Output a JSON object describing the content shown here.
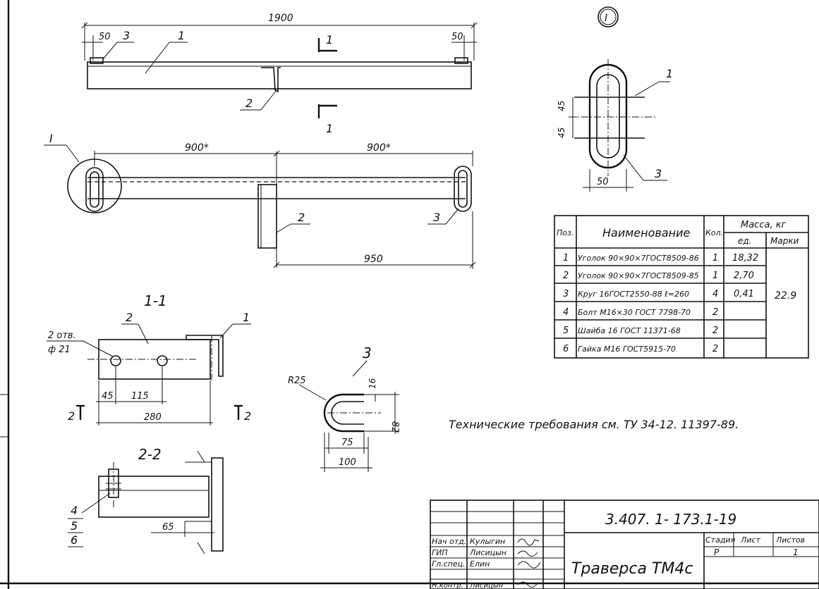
{
  "views": {
    "top": {
      "overall_dim": "1900",
      "left_dim": "50",
      "right_dim": "50",
      "callout_3": "3",
      "callout_1": "1",
      "callout_2": "2",
      "section_mark": "1"
    },
    "plan": {
      "view_ref": "I",
      "left_dim": "900*",
      "right_dim": "900*",
      "bottom_dim": "950",
      "callout_2": "2",
      "callout_3": "3"
    },
    "detail_I": {
      "title": "I",
      "dim_a": "45",
      "dim_b": "45",
      "dim_width": "50",
      "callout_1": "1",
      "callout_3": "3"
    },
    "section_1_1": {
      "title": "1-1",
      "callout_2": "2",
      "callout_1": "1",
      "holes_line1": "2 отв.",
      "holes_line2": "ф 21",
      "dim_45": "45",
      "dim_115": "115",
      "dim_280": "280",
      "cut_left": "2",
      "cut_right": "2"
    },
    "section_2_2": {
      "title": "2-2",
      "callout_4": "4",
      "callout_5": "5",
      "callout_6": "6",
      "dim_65": "65"
    },
    "part_3": {
      "title": "3",
      "radius": "R25",
      "dim_16": "16",
      "dim_82": "82",
      "dim_75": "75",
      "dim_100": "100"
    }
  },
  "note": "Технические требования см. ТУ 34-12. 11397-89.",
  "spec_table": {
    "headers": {
      "pos": "Поз.",
      "name": "Наименование",
      "qty": "Кол.",
      "mass": "Масса, кг",
      "mass_unit": "ед.",
      "mass_mark": "Марки"
    },
    "rows": [
      {
        "pos": "1",
        "name": "Уголок 90×90×7ГОСТ8509-86",
        "qty": "1",
        "mass": "18,32"
      },
      {
        "pos": "2",
        "name": "Уголок 90×90×7ГОСТ8509-85",
        "qty": "1",
        "mass": "2,70"
      },
      {
        "pos": "3",
        "name": "Круг 16ГОСТ2550-88 ℓ=260",
        "qty": "4",
        "mass": "0,41"
      },
      {
        "pos": "4",
        "name": "Болт М16×30 ГОСТ 7798-70",
        "qty": "2",
        "mass": ""
      },
      {
        "pos": "5",
        "name": "Шайба 16 ГОСТ 11371-68",
        "qty": "2",
        "mass": ""
      },
      {
        "pos": "6",
        "name": "Гайка М16 ГОСТ5915-70",
        "qty": "2",
        "mass": ""
      }
    ],
    "total_mark_mass": "22.9"
  },
  "title_block": {
    "doc_code": "3.407. 1- 173.1-19",
    "title": "Траверса ТМ4с",
    "signatures": [
      {
        "role": "Нач отд.",
        "name": "Кулыгин"
      },
      {
        "role": "ГИП",
        "name": "Лисицын"
      },
      {
        "role": "Гл.спец.",
        "name": "Елин"
      },
      {
        "role": "Н.контр.",
        "name": "Лисицын"
      }
    ],
    "stage_label": "Стадия",
    "sheet_label": "Лист",
    "sheets_label": "Листов",
    "stage": "Р",
    "sheets": "1"
  }
}
